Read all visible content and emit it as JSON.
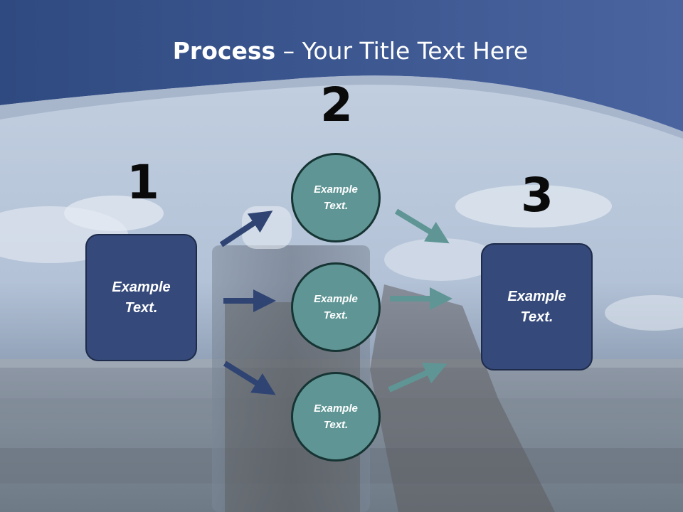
{
  "slide": {
    "title_bold": "Process",
    "title_rest": " – Your Title Text Here",
    "steps": [
      {
        "number": "1",
        "box_line1": "Example",
        "box_line2": "Text."
      },
      {
        "number": "2",
        "circles": [
          {
            "line1": "Example",
            "line2": "Text."
          },
          {
            "line1": "Example",
            "line2": "Text."
          },
          {
            "line1": "Example",
            "line2": "Text."
          }
        ]
      },
      {
        "number": "3",
        "box_line1": "Example",
        "box_line2": "Text."
      }
    ]
  },
  "colors": {
    "header_blue": "#3a5489",
    "box_fill": "#35497a",
    "circle_fill": "#5f9695",
    "arrow_navy": "#2f4472",
    "arrow_teal": "#5f9695"
  }
}
